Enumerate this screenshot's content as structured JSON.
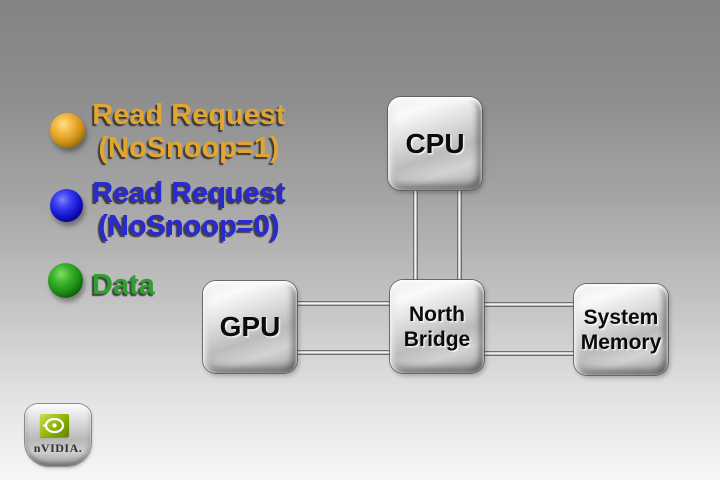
{
  "slide": {
    "kind": "presentation-diagram-slide",
    "background_top_color": "#838383",
    "background_bottom_color": "#f6f6f6"
  },
  "legend": {
    "items": [
      {
        "name": "read-request-nosnoop-1",
        "line1": "Read Request",
        "line2": "(NoSnoop=1)",
        "text_color": "#e2a52f",
        "dot_color": "#d2931b",
        "dot_shape": "sphere"
      },
      {
        "name": "read-request-nosnoop-0",
        "line1": "Read Request",
        "line2": "(NoSnoop=0)",
        "text_color": "#2a2ad4",
        "dot_color": "#1515cf",
        "dot_shape": "sphere"
      },
      {
        "name": "data",
        "line1": "Data",
        "text_color": "#2fa02f",
        "dot_color": "#1d8f17",
        "dot_shape": "sphere"
      }
    ]
  },
  "diagram": {
    "nodes": {
      "cpu": {
        "line1": "CPU"
      },
      "gpu": {
        "line1": "GPU"
      },
      "north_bridge": {
        "line1": "North",
        "line2": "Bridge"
      },
      "system_memory": {
        "line1": "System",
        "line2": "Memory"
      }
    },
    "connections": [
      {
        "from": "cpu",
        "to": "north_bridge",
        "orientation": "vertical",
        "line_count": 2
      },
      {
        "from": "gpu",
        "to": "north_bridge",
        "orientation": "horizontal",
        "line_count": 2
      },
      {
        "from": "north_bridge",
        "to": "system_memory",
        "orientation": "horizontal",
        "line_count": 2
      }
    ],
    "node_style": "metallic-silver-rounded-square"
  },
  "logo": {
    "brand_text": "nVIDIA.",
    "eye_color": "#8fb300"
  }
}
